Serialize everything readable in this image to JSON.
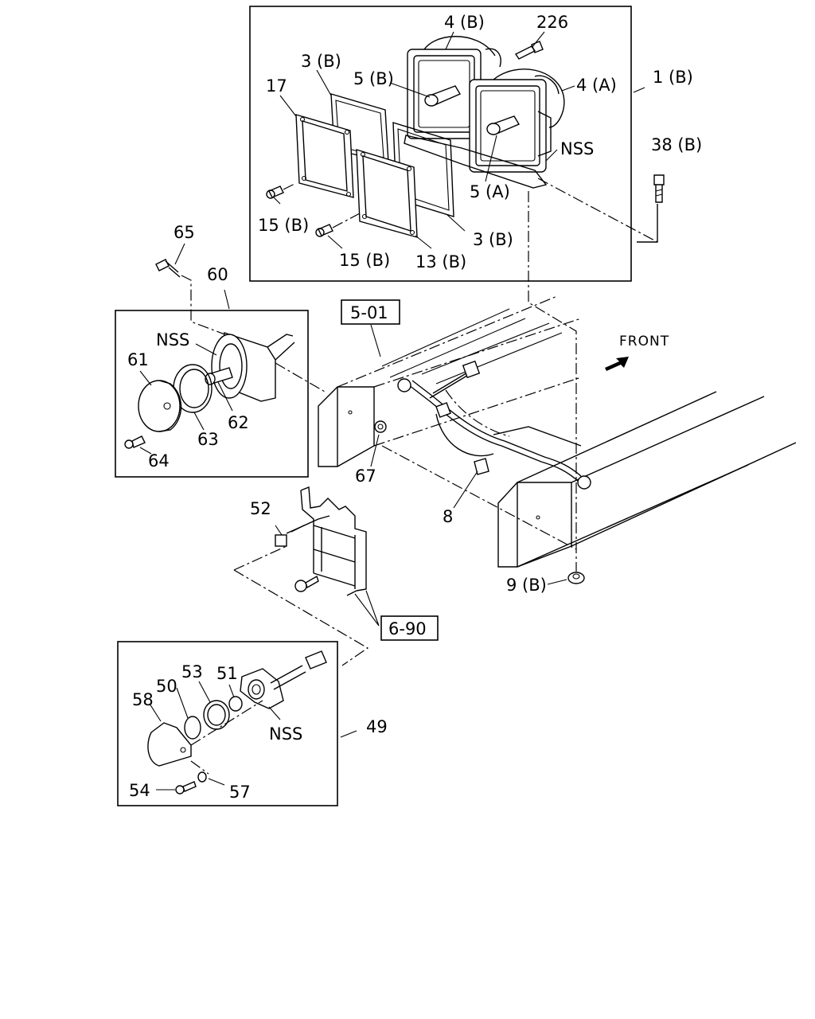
{
  "labels": {
    "p226": "226",
    "p4b": "4 (B)",
    "p4a": "4 (A)",
    "p1b": "1 (B)",
    "p3b_top": "3 (B)",
    "p5b": "5 (B)",
    "p17": "17",
    "nss_top": "NSS",
    "p38b": "38 (B)",
    "p5a": "5 (A)",
    "p15b_left": "15 (B)",
    "p3b_bottom": "3 (B)",
    "p15b_mid": "15 (B)",
    "p13b": "13 (B)",
    "p65": "65",
    "p60": "60",
    "nss_mid": "NSS",
    "p61": "61",
    "p62": "62",
    "p63": "63",
    "p64": "64",
    "p67": "67",
    "p8": "8",
    "p52": "52",
    "p9b": "9 (B)",
    "p53": "53",
    "p50": "50",
    "p51": "51",
    "p58": "58",
    "nss_bottom": "NSS",
    "p49": "49",
    "p54": "54",
    "p57": "57"
  },
  "refs": {
    "ref_501": "5-01",
    "ref_690": "6-90"
  },
  "front": "FRONT"
}
